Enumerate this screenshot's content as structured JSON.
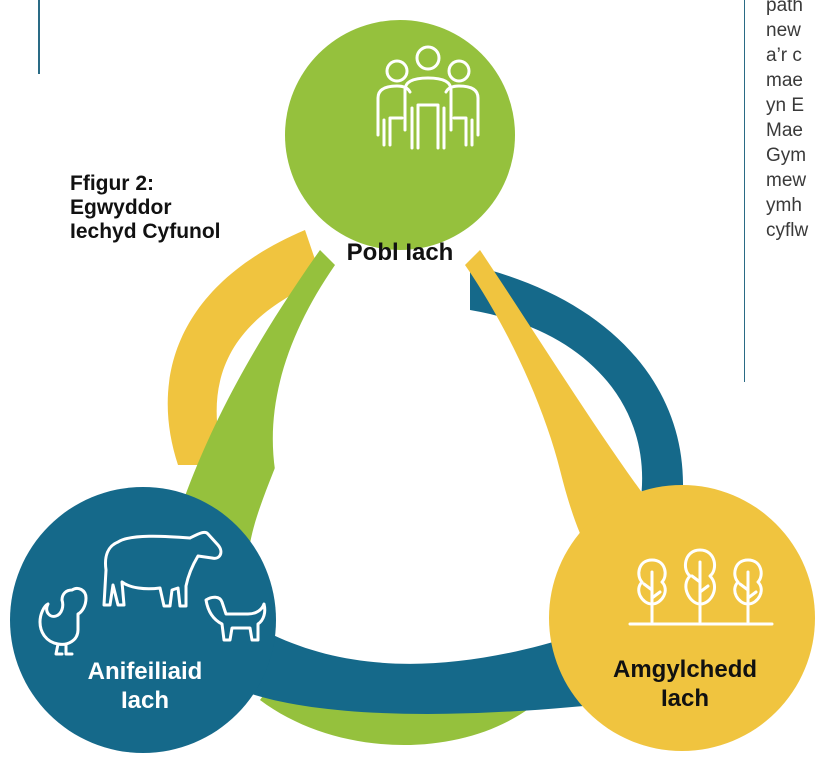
{
  "figure": {
    "caption_lines": [
      "Ffigur 2:",
      "Egwyddor",
      "Iechyd Cyfunol"
    ]
  },
  "side_text": {
    "lines": [
      "path",
      "new",
      "a’r c",
      "mae",
      "yn E",
      "Mae",
      "Gym",
      "mew",
      "ymh",
      "cyflw"
    ]
  },
  "nodes": {
    "people": {
      "label": "Pobl Iach",
      "icon": "people-icon",
      "color": "#95c13d"
    },
    "animals": {
      "label_lines": [
        "Anifeiliaid",
        "Iach"
      ],
      "icon": "animals-icon",
      "color": "#15698a"
    },
    "environment": {
      "label_lines": [
        "Amgylchedd",
        "Iach"
      ],
      "icon": "trees-icon",
      "color": "#f0c43f"
    }
  },
  "colors": {
    "green": "#95c13d",
    "blue": "#15698a",
    "yellow": "#f0c43f",
    "rule": "#2a6b85"
  }
}
